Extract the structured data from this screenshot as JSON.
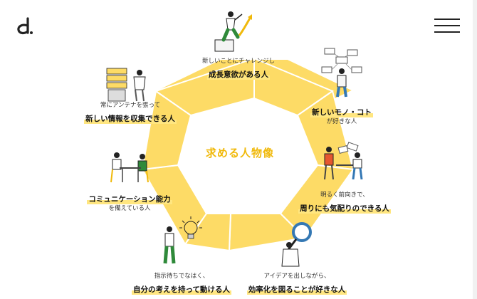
{
  "header": {
    "logo_icon": "d-logo-icon",
    "menu_icon": "hamburger-menu-icon"
  },
  "diagram": {
    "center_title": "求める人物像",
    "colors": {
      "ring": "#fddb66",
      "ring_stroke": "#ffffff",
      "accent": "#f0b90b",
      "highlight": "#ffe680"
    },
    "traits": [
      {
        "sub": "新しいことにチャレンジし",
        "main": "成長意欲がある人"
      },
      {
        "main": "新しいモノ・コト",
        "sub": "が好きな人"
      },
      {
        "sub": "明るく前向きで、",
        "main": "周りにも気配りのできる人"
      },
      {
        "sub": "アイデアを出しながら、",
        "main": "効率化を図ることが好きな人"
      },
      {
        "sub": "指示待ちでなはく、",
        "main": "自分の考えを持って動ける人"
      },
      {
        "main": "コミュニケーション能力",
        "sub": "を備えている人"
      },
      {
        "sub": "常にアンテナを張って",
        "main": "新しい情報を収集できる人"
      }
    ]
  }
}
